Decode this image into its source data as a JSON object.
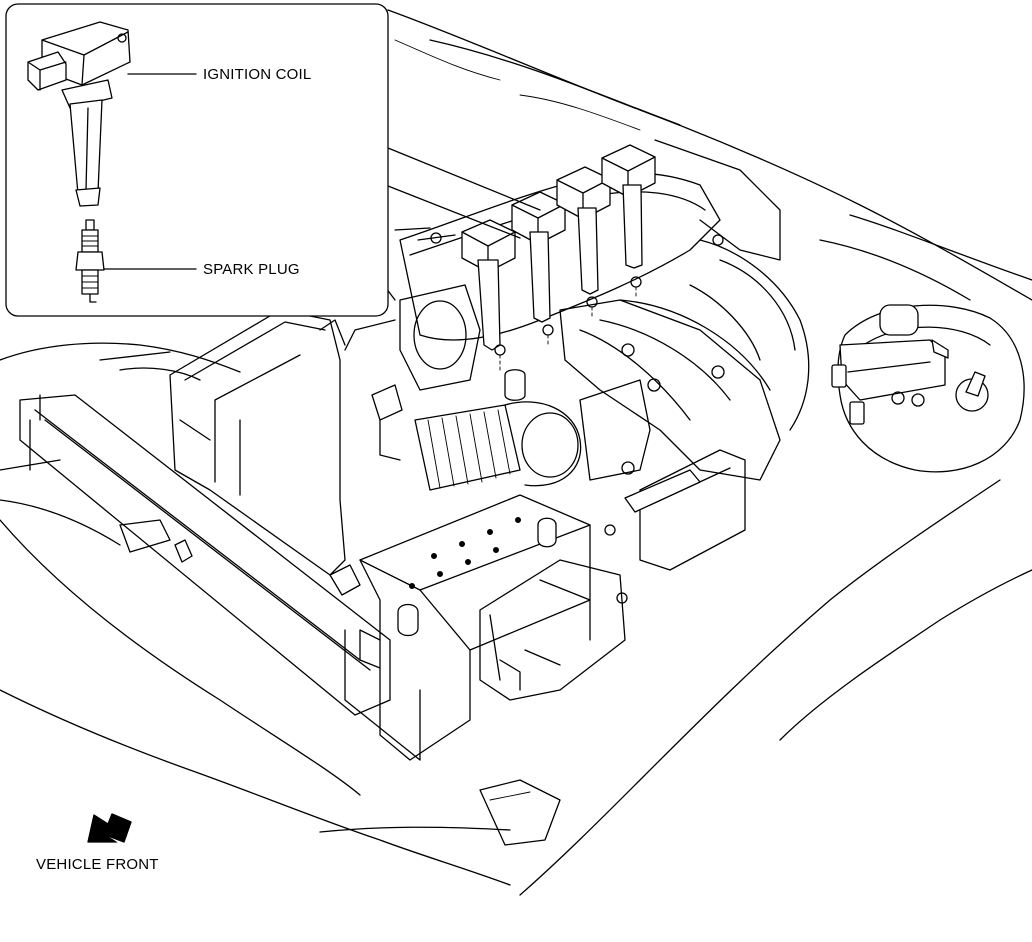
{
  "labels": {
    "ignition_coil": "IGNITION COIL",
    "spark_plug": "SPARK PLUG",
    "vehicle_front": "VEHICLE FRONT"
  },
  "icons": {
    "front_arrow": "arrow-down-left-icon"
  },
  "colors": {
    "line": "#000000",
    "background": "#ffffff"
  }
}
